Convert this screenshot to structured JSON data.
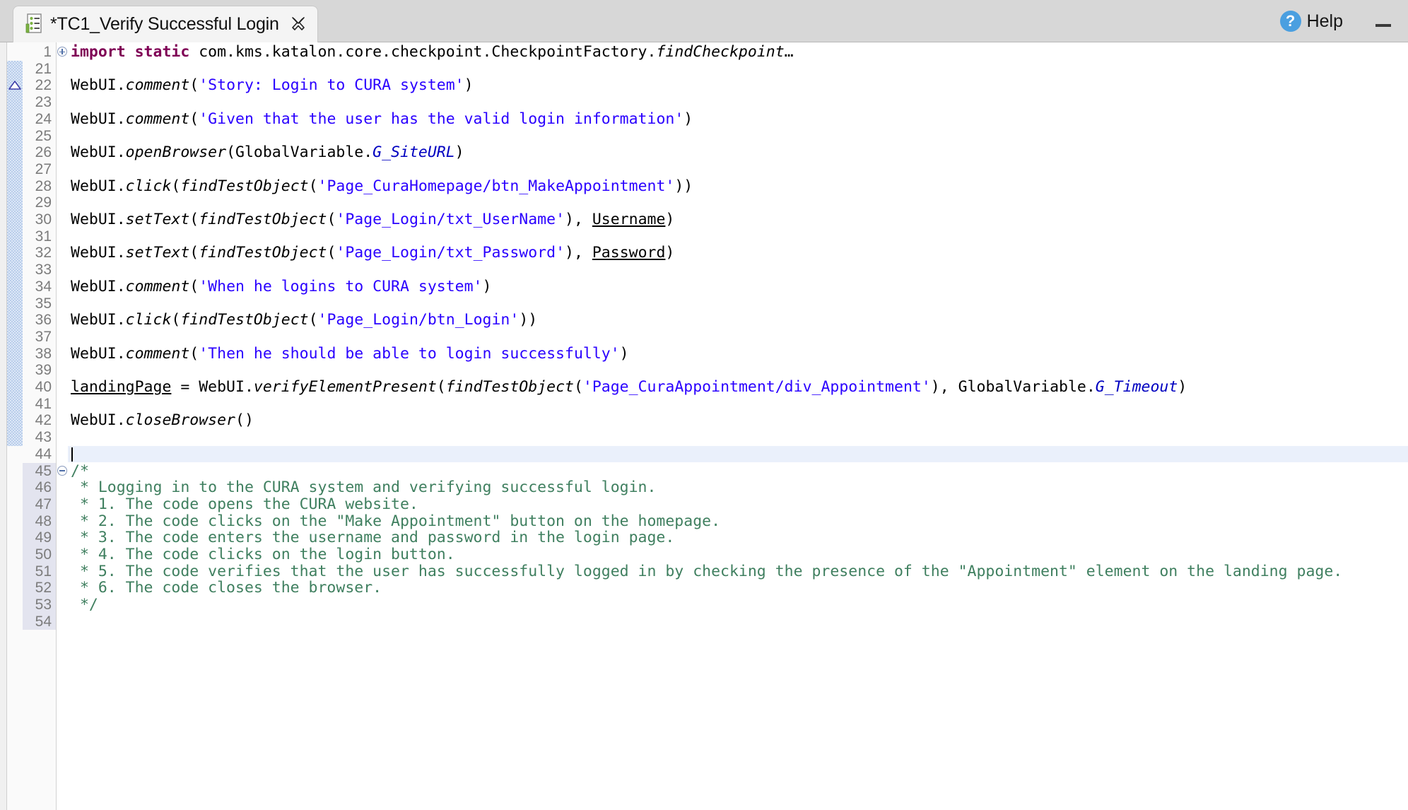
{
  "window": {
    "tab": {
      "title": "*TC1_Verify Successful Login",
      "icon": "test-case-icon",
      "close_icon": "close-icon"
    },
    "help": {
      "label": "Help",
      "icon": "question-circle-icon"
    },
    "minimize": {
      "icon": "minimize-icon"
    },
    "accent_blue": "#4a9fe0",
    "tabbar_bg": "#d7d7d7",
    "tab_bg": "#f4f4f4"
  },
  "editor": {
    "gutter_bg": "#fafafa",
    "line_number_color": "#7c7c7c",
    "highlight_row_color": "#eaf0fb",
    "annotation_bar_color": "#dce7f7",
    "syntax_colors": {
      "keyword": "#7f0055",
      "string": "#2a00ff",
      "comment": "#3f7f5f",
      "field": "#0000c0",
      "text": "#000000"
    },
    "caret_line_number": 44,
    "lines": [
      {
        "n": 1,
        "fold": "plus",
        "annot": false,
        "segments": [
          {
            "t": "import static ",
            "c": "kw"
          },
          {
            "t": "com.kms.katalon.core.checkpoint.CheckpointFactory.",
            "c": "txt"
          },
          {
            "t": "findCheckpoint",
            "c": "it"
          },
          {
            "t": "…",
            "c": "txt"
          }
        ]
      },
      {
        "n": 21,
        "annot": true,
        "segments": []
      },
      {
        "n": 22,
        "annot": true,
        "marker": "breakpoint-triangle",
        "segments": [
          {
            "t": "WebUI.",
            "c": "txt"
          },
          {
            "t": "comment",
            "c": "it"
          },
          {
            "t": "(",
            "c": "txt"
          },
          {
            "t": "'Story: Login to CURA system'",
            "c": "str"
          },
          {
            "t": ")",
            "c": "txt"
          }
        ]
      },
      {
        "n": 23,
        "annot": true,
        "segments": []
      },
      {
        "n": 24,
        "annot": true,
        "segments": [
          {
            "t": "WebUI.",
            "c": "txt"
          },
          {
            "t": "comment",
            "c": "it"
          },
          {
            "t": "(",
            "c": "txt"
          },
          {
            "t": "'Given that the user has the valid login information'",
            "c": "str"
          },
          {
            "t": ")",
            "c": "txt"
          }
        ]
      },
      {
        "n": 25,
        "annot": true,
        "segments": []
      },
      {
        "n": 26,
        "annot": true,
        "segments": [
          {
            "t": "WebUI.",
            "c": "txt"
          },
          {
            "t": "openBrowser",
            "c": "it"
          },
          {
            "t": "(GlobalVariable.",
            "c": "txt"
          },
          {
            "t": "G_SiteURL",
            "c": "field"
          },
          {
            "t": ")",
            "c": "txt"
          }
        ]
      },
      {
        "n": 27,
        "annot": true,
        "segments": []
      },
      {
        "n": 28,
        "annot": true,
        "segments": [
          {
            "t": "WebUI.",
            "c": "txt"
          },
          {
            "t": "click",
            "c": "it"
          },
          {
            "t": "(",
            "c": "txt"
          },
          {
            "t": "findTestObject",
            "c": "it"
          },
          {
            "t": "(",
            "c": "txt"
          },
          {
            "t": "'Page_CuraHomepage/btn_MakeAppointment'",
            "c": "str"
          },
          {
            "t": "))",
            "c": "txt"
          }
        ]
      },
      {
        "n": 29,
        "annot": true,
        "segments": []
      },
      {
        "n": 30,
        "annot": true,
        "segments": [
          {
            "t": "WebUI.",
            "c": "txt"
          },
          {
            "t": "setText",
            "c": "it"
          },
          {
            "t": "(",
            "c": "txt"
          },
          {
            "t": "findTestObject",
            "c": "it"
          },
          {
            "t": "(",
            "c": "txt"
          },
          {
            "t": "'Page_Login/txt_UserName'",
            "c": "str"
          },
          {
            "t": "), ",
            "c": "txt"
          },
          {
            "t": "Username",
            "c": "var"
          },
          {
            "t": ")",
            "c": "txt"
          }
        ]
      },
      {
        "n": 31,
        "annot": true,
        "segments": []
      },
      {
        "n": 32,
        "annot": true,
        "segments": [
          {
            "t": "WebUI.",
            "c": "txt"
          },
          {
            "t": "setText",
            "c": "it"
          },
          {
            "t": "(",
            "c": "txt"
          },
          {
            "t": "findTestObject",
            "c": "it"
          },
          {
            "t": "(",
            "c": "txt"
          },
          {
            "t": "'Page_Login/txt_Password'",
            "c": "str"
          },
          {
            "t": "), ",
            "c": "txt"
          },
          {
            "t": "Password",
            "c": "var"
          },
          {
            "t": ")",
            "c": "txt"
          }
        ]
      },
      {
        "n": 33,
        "annot": true,
        "segments": []
      },
      {
        "n": 34,
        "annot": true,
        "segments": [
          {
            "t": "WebUI.",
            "c": "txt"
          },
          {
            "t": "comment",
            "c": "it"
          },
          {
            "t": "(",
            "c": "txt"
          },
          {
            "t": "'When he logins to CURA system'",
            "c": "str"
          },
          {
            "t": ")",
            "c": "txt"
          }
        ]
      },
      {
        "n": 35,
        "annot": true,
        "segments": []
      },
      {
        "n": 36,
        "annot": true,
        "segments": [
          {
            "t": "WebUI.",
            "c": "txt"
          },
          {
            "t": "click",
            "c": "it"
          },
          {
            "t": "(",
            "c": "txt"
          },
          {
            "t": "findTestObject",
            "c": "it"
          },
          {
            "t": "(",
            "c": "txt"
          },
          {
            "t": "'Page_Login/btn_Login'",
            "c": "str"
          },
          {
            "t": "))",
            "c": "txt"
          }
        ]
      },
      {
        "n": 37,
        "annot": true,
        "segments": []
      },
      {
        "n": 38,
        "annot": true,
        "segments": [
          {
            "t": "WebUI.",
            "c": "txt"
          },
          {
            "t": "comment",
            "c": "it"
          },
          {
            "t": "(",
            "c": "txt"
          },
          {
            "t": "'Then he should be able to login successfully'",
            "c": "str"
          },
          {
            "t": ")",
            "c": "txt"
          }
        ]
      },
      {
        "n": 39,
        "annot": true,
        "segments": []
      },
      {
        "n": 40,
        "annot": true,
        "segments": [
          {
            "t": "landingPage",
            "c": "var"
          },
          {
            "t": " = WebUI.",
            "c": "txt"
          },
          {
            "t": "verifyElementPresent",
            "c": "it"
          },
          {
            "t": "(",
            "c": "txt"
          },
          {
            "t": "findTestObject",
            "c": "it"
          },
          {
            "t": "(",
            "c": "txt"
          },
          {
            "t": "'Page_CuraAppointment/div_Appointment'",
            "c": "str"
          },
          {
            "t": "), GlobalVariable.",
            "c": "txt"
          },
          {
            "t": "G_Timeout",
            "c": "field"
          },
          {
            "t": ")",
            "c": "txt"
          }
        ]
      },
      {
        "n": 41,
        "annot": true,
        "segments": []
      },
      {
        "n": 42,
        "annot": true,
        "segments": [
          {
            "t": "WebUI.",
            "c": "txt"
          },
          {
            "t": "closeBrowser",
            "c": "it"
          },
          {
            "t": "()",
            "c": "txt"
          }
        ]
      },
      {
        "n": 43,
        "annot": true,
        "segments": []
      },
      {
        "n": 44,
        "annot": false,
        "highlight": true,
        "caret": true,
        "segments": []
      },
      {
        "n": 45,
        "annot": false,
        "fold": "minus",
        "gutter_hl": true,
        "segments": [
          {
            "t": "/*",
            "c": "cmt"
          }
        ]
      },
      {
        "n": 46,
        "annot": false,
        "gutter_hl": true,
        "segments": [
          {
            "t": " * Logging in to the CURA system and verifying successful login.",
            "c": "cmt"
          }
        ]
      },
      {
        "n": 47,
        "annot": false,
        "gutter_hl": true,
        "segments": [
          {
            "t": " * 1. The code opens the CURA website.",
            "c": "cmt"
          }
        ]
      },
      {
        "n": 48,
        "annot": false,
        "gutter_hl": true,
        "segments": [
          {
            "t": " * 2. The code clicks on the \"Make Appointment\" button on the homepage.",
            "c": "cmt"
          }
        ]
      },
      {
        "n": 49,
        "annot": false,
        "gutter_hl": true,
        "segments": [
          {
            "t": " * 3. The code enters the username and password in the login page.",
            "c": "cmt"
          }
        ]
      },
      {
        "n": 50,
        "annot": false,
        "gutter_hl": true,
        "segments": [
          {
            "t": " * 4. The code clicks on the login button.",
            "c": "cmt"
          }
        ]
      },
      {
        "n": 51,
        "annot": false,
        "gutter_hl": true,
        "segments": [
          {
            "t": " * 5. The code verifies that the user has successfully logged in by checking the presence of the \"Appointment\" element on the landing page.",
            "c": "cmt"
          }
        ]
      },
      {
        "n": 52,
        "annot": false,
        "gutter_hl": true,
        "segments": [
          {
            "t": " * 6. The code closes the browser.",
            "c": "cmt"
          }
        ]
      },
      {
        "n": 53,
        "annot": false,
        "gutter_hl": true,
        "segments": [
          {
            "t": " */",
            "c": "cmt"
          }
        ]
      },
      {
        "n": 54,
        "annot": false,
        "gutter_hl": true,
        "segments": []
      }
    ]
  }
}
